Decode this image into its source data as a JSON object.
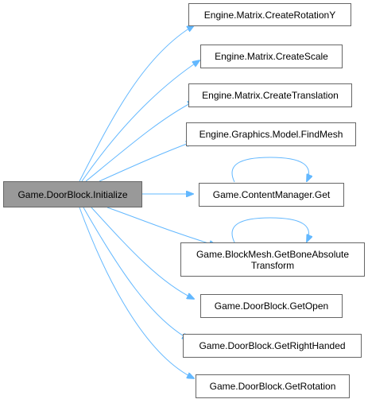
{
  "graph": {
    "root": "Game.DoorBlock.Initialize",
    "callees": [
      "Engine.Matrix.CreateRotationY",
      "Engine.Matrix.CreateScale",
      "Engine.Matrix.CreateTranslation",
      "Engine.Graphics.Model.FindMesh",
      "Game.ContentManager.Get",
      "Game.BlockMesh.GetBoneAbsolute\nTransform",
      "Game.DoorBlock.GetOpen",
      "Game.DoorBlock.GetRightHanded",
      "Game.DoorBlock.GetRotation"
    ]
  },
  "colors": {
    "edge": "#63b8ff",
    "root_fill": "#999999",
    "node_border": "#666666"
  }
}
